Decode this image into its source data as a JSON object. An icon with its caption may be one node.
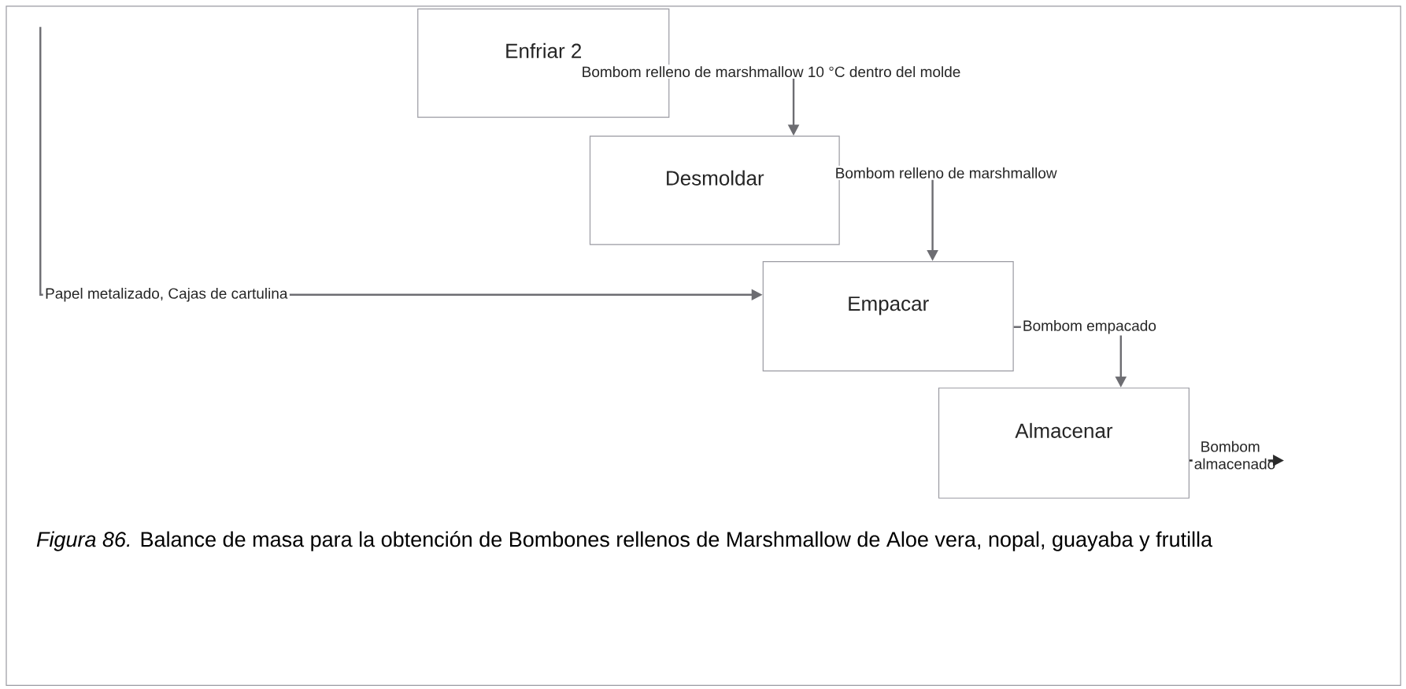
{
  "diagram": {
    "caption": "*Figura 86.* Balance de masa para la obtención de Bombones rellenos de Marshmallow de Aloe vera, nopal, guayaba y frutilla",
    "nodes": [
      {
        "text": [
          "Enfriar 2"
        ]
      },
      {
        "text": [
          "Desmoldar"
        ]
      },
      {
        "text": [
          "Empacar"
        ]
      },
      {
        "text": [
          "Almacenar"
        ]
      },
      {
        "text": [
          "Papel metalizado, Cajas de cartulina"
        ]
      }
    ],
    "edges": [
      {
        "from": 0,
        "to": 1,
        "arrow": "to",
        "label": "Bombom relleno de marshmallow 10 °C dentro del molde"
      },
      {
        "from": 1,
        "to": 2,
        "arrow": "to",
        "label": "Bombom relleno de marshmallow"
      },
      {
        "from": 2,
        "to": 3,
        "arrow": "to",
        "label": "Bombom empacado"
      },
      {
        "from": 3,
        "to": null,
        "arrow": "to",
        "label": "Bombom almacenado",
        "color": "#2b2b2b"
      },
      {
        "from": null,
        "to": 4,
        "arrow": "none"
      },
      {
        "from": 4,
        "to": 2,
        "arrow": "to"
      }
    ]
  }
}
